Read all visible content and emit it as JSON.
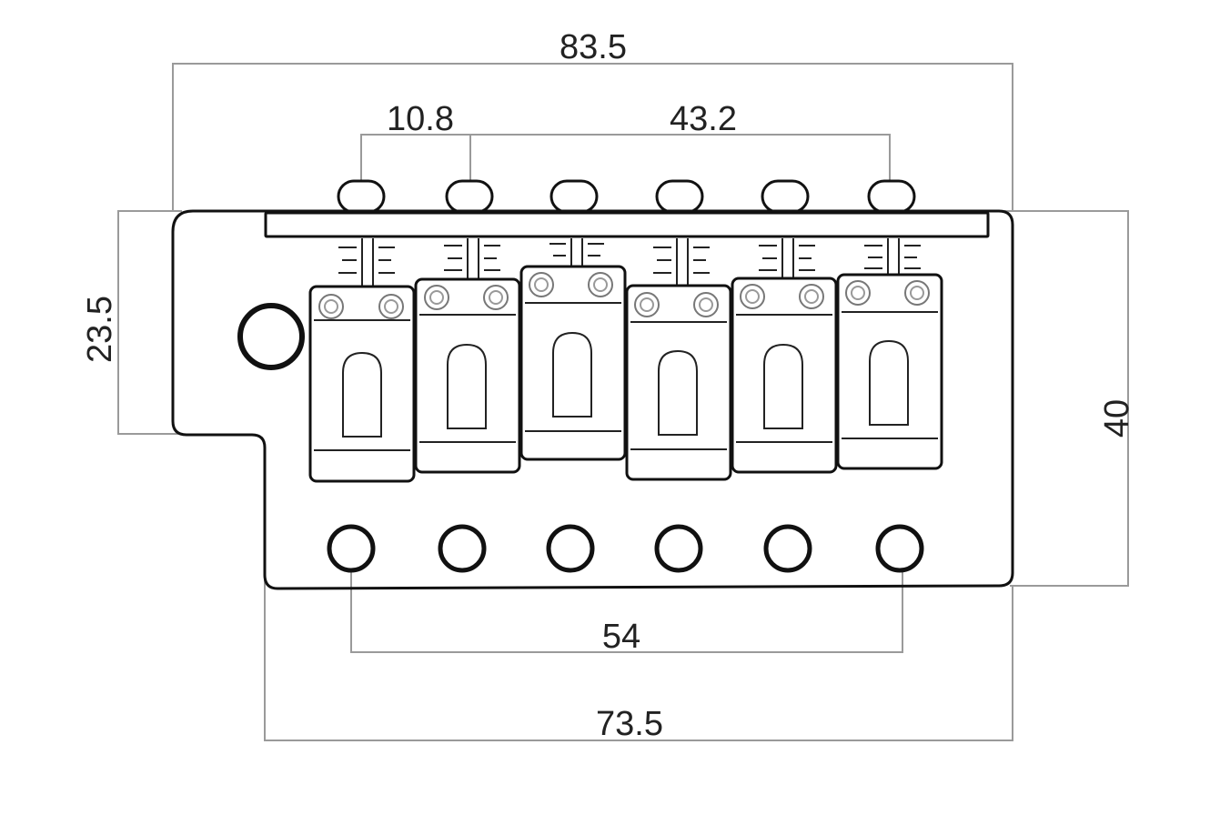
{
  "dimensions": {
    "overall_width": "83.5",
    "string_spacing": "10.8",
    "outer_string_span": "43.2",
    "mount_height": "23.5",
    "total_height": "40",
    "screw_span": "54",
    "base_width": "73.5"
  },
  "colors": {
    "outline": "#111111",
    "dimension_line": "#9a9a9a",
    "text": "#222222",
    "background": "#ffffff"
  }
}
